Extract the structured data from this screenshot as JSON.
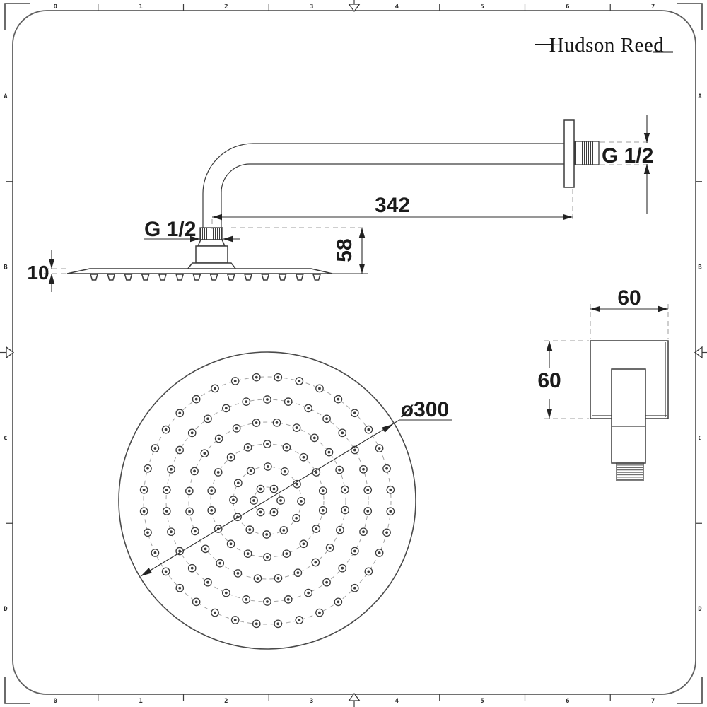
{
  "brand": {
    "name": "Hudson Reed"
  },
  "frame": {
    "col_labels": [
      "0",
      "1",
      "2",
      "3",
      "4",
      "5",
      "6",
      "7"
    ],
    "row_labels": [
      "A",
      "B",
      "C",
      "D"
    ]
  },
  "side_view": {
    "arm_length": "342",
    "head_drop": "58",
    "head_thickness": "10",
    "head_thread": "G 1/2",
    "wall_thread": "G 1/2",
    "nozzle_count": 14
  },
  "face_view": {
    "diameter": "ø300",
    "rings": [
      {
        "r": 19,
        "n": 6,
        "a0": 0
      },
      {
        "r": 48,
        "n": 12,
        "a0": 1
      },
      {
        "r": 80,
        "n": 18,
        "a0": 10
      },
      {
        "r": 111,
        "n": 24,
        "a0": 7
      },
      {
        "r": 143,
        "n": 30,
        "a0": 6
      },
      {
        "r": 175,
        "n": 36,
        "a0": 5
      }
    ]
  },
  "outlet_view": {
    "width": "60",
    "height": "60"
  },
  "colors": {
    "line": "#3c3c3c",
    "dash": "#9c9c9c",
    "frame": "#5f5f5f",
    "text": "#1b1b1b"
  }
}
